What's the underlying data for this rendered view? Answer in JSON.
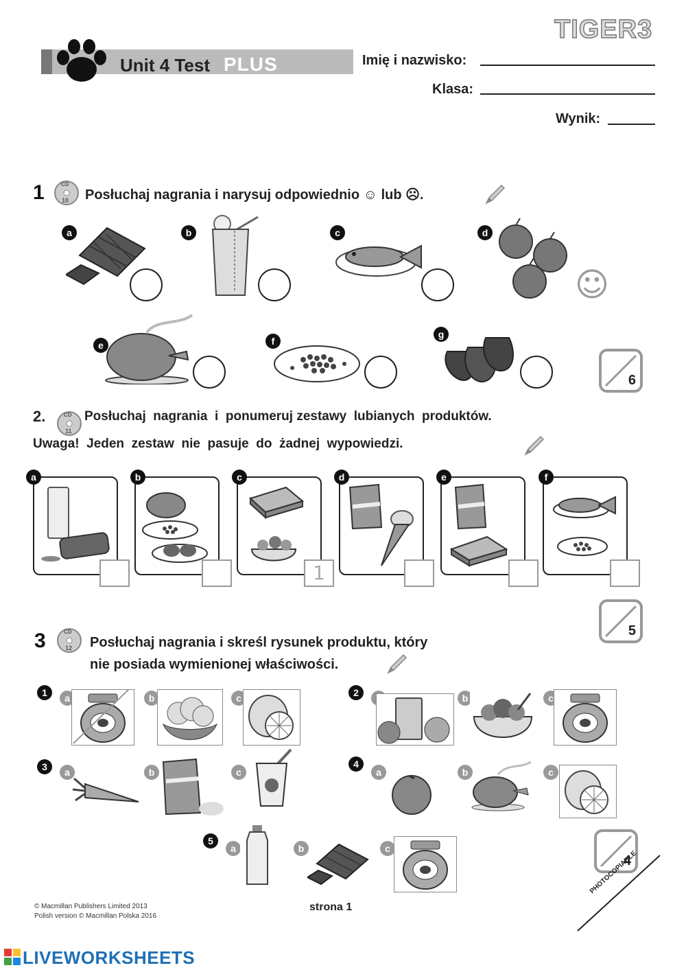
{
  "header": {
    "logo": "TIGER3",
    "unit_title": "Unit 4 Test",
    "plus": "PLUS",
    "name_label": "Imię i nazwisko:",
    "class_label": "Klasa:",
    "score_label": "Wynik:"
  },
  "q1": {
    "number": "1",
    "instruction": "Posłuchaj nagrania i narysuj odpowiednio ☺ lub ☹.",
    "cd": {
      "top": "CD",
      "num": "10"
    },
    "items": [
      {
        "letter": "a",
        "food": "chocolate-bar",
        "answer": ""
      },
      {
        "letter": "b",
        "food": "juice-glass",
        "answer": ""
      },
      {
        "letter": "c",
        "food": "fish-plate",
        "answer": ""
      },
      {
        "letter": "d",
        "food": "apples",
        "answer": "☺"
      },
      {
        "letter": "e",
        "food": "roast-chicken",
        "answer": ""
      },
      {
        "letter": "f",
        "food": "peas-plate",
        "answer": ""
      },
      {
        "letter": "g",
        "food": "strawberries",
        "answer": ""
      }
    ],
    "score": "6"
  },
  "q2": {
    "number": "2.",
    "instruction": "Posłuchaj  nagrania  i  ponumeruj zestawy  lubianych  produktów.",
    "warning": "Uwaga!  Jeden  zestaw  nie  pasuje  do  żadnej  wypowiedzi.",
    "cd": {
      "top": "CD",
      "num": "11"
    },
    "sets": [
      {
        "letter": "a",
        "answer": ""
      },
      {
        "letter": "b",
        "answer": ""
      },
      {
        "letter": "c",
        "answer": "1"
      },
      {
        "letter": "d",
        "answer": ""
      },
      {
        "letter": "e",
        "answer": ""
      },
      {
        "letter": "f",
        "answer": ""
      }
    ],
    "score": "5"
  },
  "q3": {
    "number": "3",
    "instruction_line1": "Posłuchaj nagrania i skreśl rysunek produktu, który",
    "instruction_line2": "nie posiada wymienionej właściwości.",
    "cd": {
      "top": "CD",
      "num": "12"
    },
    "groups": [
      {
        "number": "1",
        "options": [
          "a",
          "b",
          "c"
        ]
      },
      {
        "number": "2",
        "options": [
          "a",
          "b",
          "c"
        ]
      },
      {
        "number": "3",
        "options": [
          "a",
          "b",
          "c"
        ]
      },
      {
        "number": "4",
        "options": [
          "a",
          "b",
          "c"
        ]
      },
      {
        "number": "5",
        "options": [
          "a",
          "b",
          "c"
        ]
      }
    ],
    "score": "4"
  },
  "footer": {
    "copyright1": "© Macmillan Publishers Limited 2013",
    "copyright2": "Polish version © Macmillan Polska 2016",
    "page": "strona 1",
    "photocopiable": "PHOTOCOPIABLE",
    "brand": "LIVEWORKSHEETS"
  }
}
